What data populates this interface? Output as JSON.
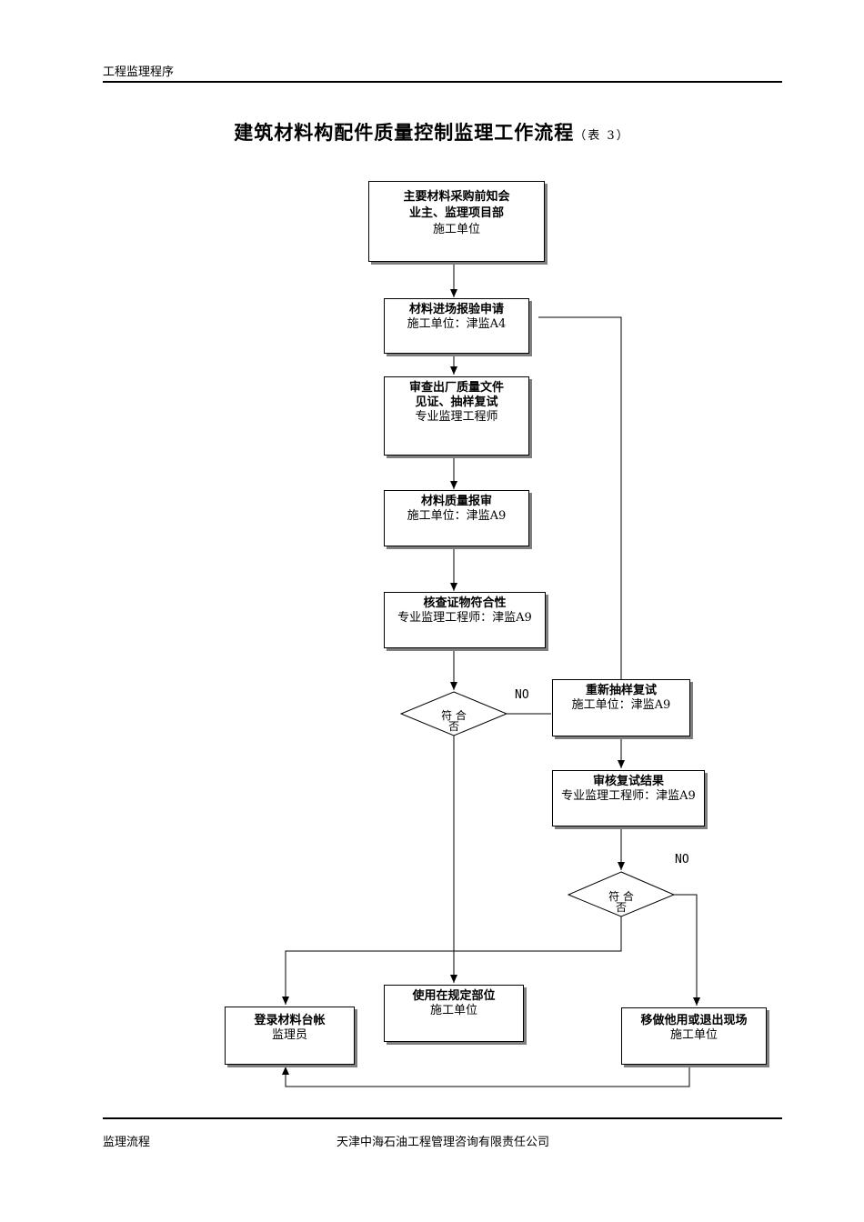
{
  "header": {
    "text": "工程监理程序"
  },
  "title": {
    "main": "建筑材料构配件质量控制监理工作流程",
    "suffix": "（表 3）"
  },
  "nodes": {
    "n1": {
      "line1": "主要材料采购前知会",
      "line2": "业主、监理项目部",
      "line3": "施工单位"
    },
    "n2": {
      "line1": "材料进场报验申请",
      "line2": "施工单位：津监A4"
    },
    "n3": {
      "line1": "审查出厂质量文件",
      "line2": "见证、抽样复试",
      "line3": "专业监理工程师"
    },
    "n4": {
      "line1": "材料质量报审",
      "line2": "施工单位：津监A9"
    },
    "n5": {
      "line1": "核查证物符合性",
      "line2": "专业监理工程师：津监A9"
    },
    "n6": {
      "line1": "重新抽样复试",
      "line2": "施工单位：津监A9"
    },
    "n7": {
      "line1": "审核复试结果",
      "line2": "专业监理工程师：津监A9"
    },
    "n8": {
      "line1": "登录材料台帐",
      "line2": "监理员"
    },
    "n9": {
      "line1": "使用在规定部位",
      "line2": "施工单位"
    },
    "n10": {
      "line1": "移做他用或退出现场",
      "line2": "施工单位"
    }
  },
  "decisions": {
    "d1": {
      "line1": "符  合",
      "line2": "否"
    },
    "d2": {
      "line1": "符  合",
      "line2": "否"
    }
  },
  "edge_labels": {
    "no1": "NO",
    "no2": "NO"
  },
  "footer": {
    "left": "监理流程",
    "center": "天津中海石油工程管理咨询有限责任公司"
  }
}
